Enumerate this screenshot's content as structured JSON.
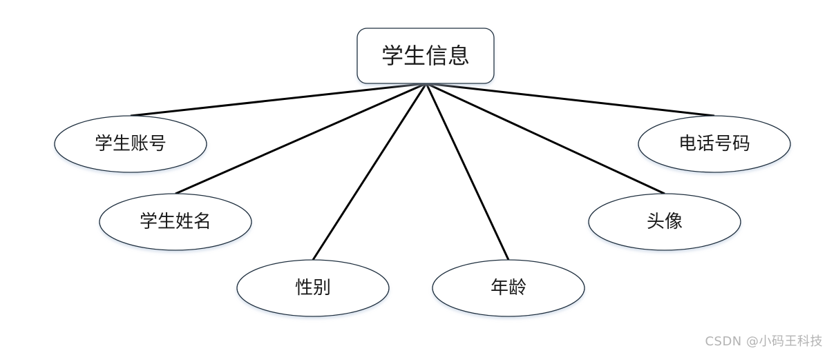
{
  "diagram": {
    "entity": {
      "label": "学生信息"
    },
    "attributes": [
      {
        "id": "account",
        "label": "学生账号"
      },
      {
        "id": "name",
        "label": "学生姓名"
      },
      {
        "id": "gender",
        "label": "性别"
      },
      {
        "id": "age",
        "label": "年龄"
      },
      {
        "id": "avatar",
        "label": "头像"
      },
      {
        "id": "phone",
        "label": "电话号码"
      }
    ]
  },
  "watermark": {
    "text": "CSDN @小码王科技"
  }
}
